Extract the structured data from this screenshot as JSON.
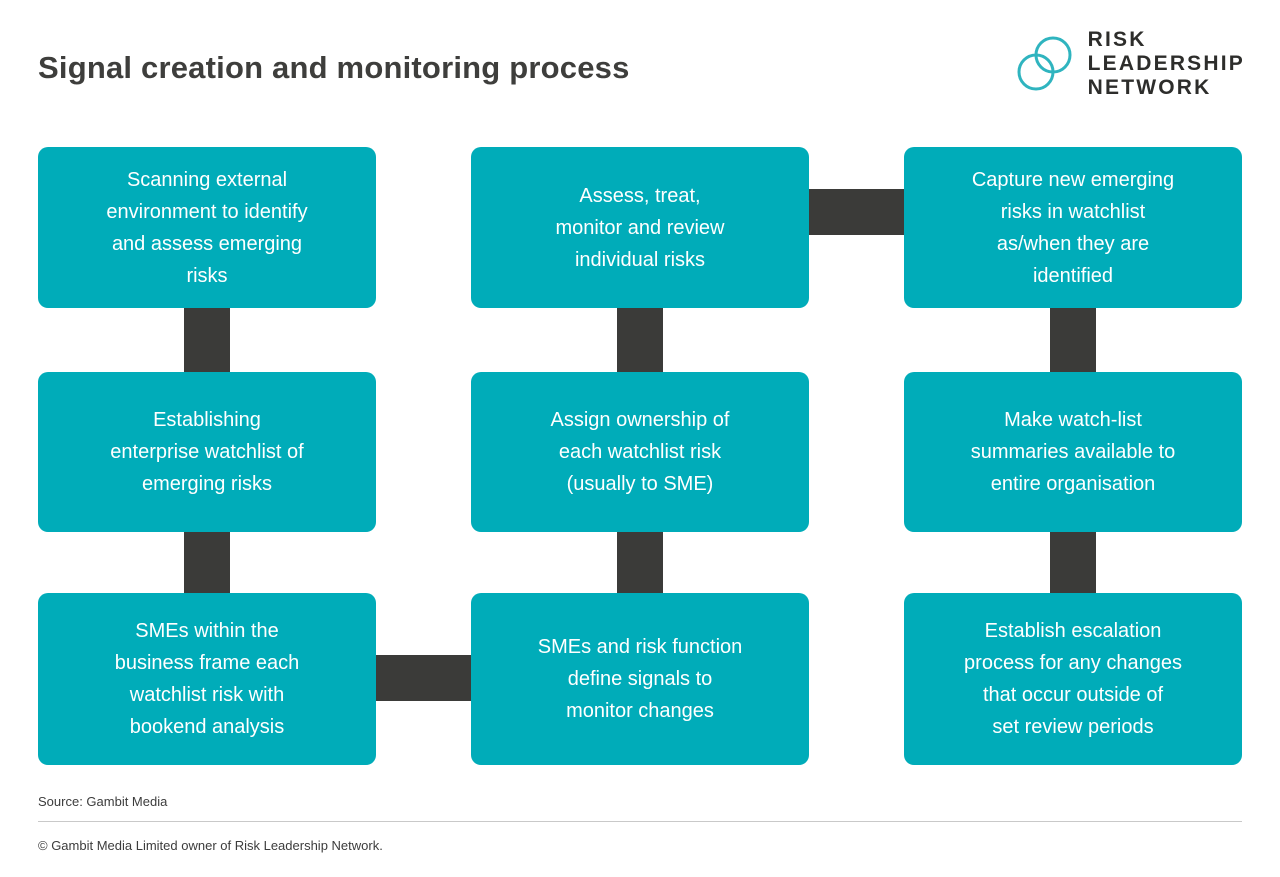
{
  "header": {
    "title": "Signal creation and monitoring process"
  },
  "logo": {
    "line1": "RISK",
    "line2": "LEADERSHIP",
    "line3": "NETWORK"
  },
  "footer": {
    "source": "Source: Gambit Media",
    "copyright": "© Gambit Media Limited owner of Risk Leadership Network."
  },
  "colors": {
    "box_teal": "#00acb9",
    "connector_dark": "#3b3b39",
    "glow_cyan": "#c9edf3",
    "logo_teal": "#2fb4bf",
    "title_text": "#3e3e3c"
  },
  "flow": {
    "boxes": [
      {
        "id": 1,
        "col": 1,
        "row": 1,
        "text": "Scanning external\nenvironment to identify\nand assess emerging\nrisks"
      },
      {
        "id": 2,
        "col": 1,
        "row": 2,
        "text": "Establishing\nenterprise watchlist of\nemerging risks"
      },
      {
        "id": 3,
        "col": 1,
        "row": 3,
        "text": "SMEs within the\nbusiness frame each\nwatchlist risk with\nbookend analysis"
      },
      {
        "id": 4,
        "col": 2,
        "row": 1,
        "text": "Assess, treat,\nmonitor and review\nindividual risks"
      },
      {
        "id": 5,
        "col": 2,
        "row": 2,
        "text": "Assign ownership of\neach watchlist risk\n(usually to SME)"
      },
      {
        "id": 6,
        "col": 2,
        "row": 3,
        "text": "SMEs and risk function\ndefine signals to\nmonitor changes"
      },
      {
        "id": 7,
        "col": 3,
        "row": 1,
        "text": "Capture new emerging\nrisks in watchlist\nas/when they are\nidentified"
      },
      {
        "id": 8,
        "col": 3,
        "row": 2,
        "text": "Make watch-list\nsummaries available to\nentire organisation"
      },
      {
        "id": 9,
        "col": 3,
        "row": 3,
        "text": "Establish escalation\nprocess for any changes\nthat occur outside of\nset review periods"
      }
    ],
    "sequence_by_id": [
      1,
      2,
      3,
      6,
      5,
      4,
      7,
      8,
      9
    ],
    "connections_by_id": [
      [
        1,
        2
      ],
      [
        2,
        3
      ],
      [
        3,
        6
      ],
      [
        6,
        5
      ],
      [
        5,
        4
      ],
      [
        4,
        7
      ],
      [
        7,
        8
      ],
      [
        8,
        9
      ]
    ]
  }
}
